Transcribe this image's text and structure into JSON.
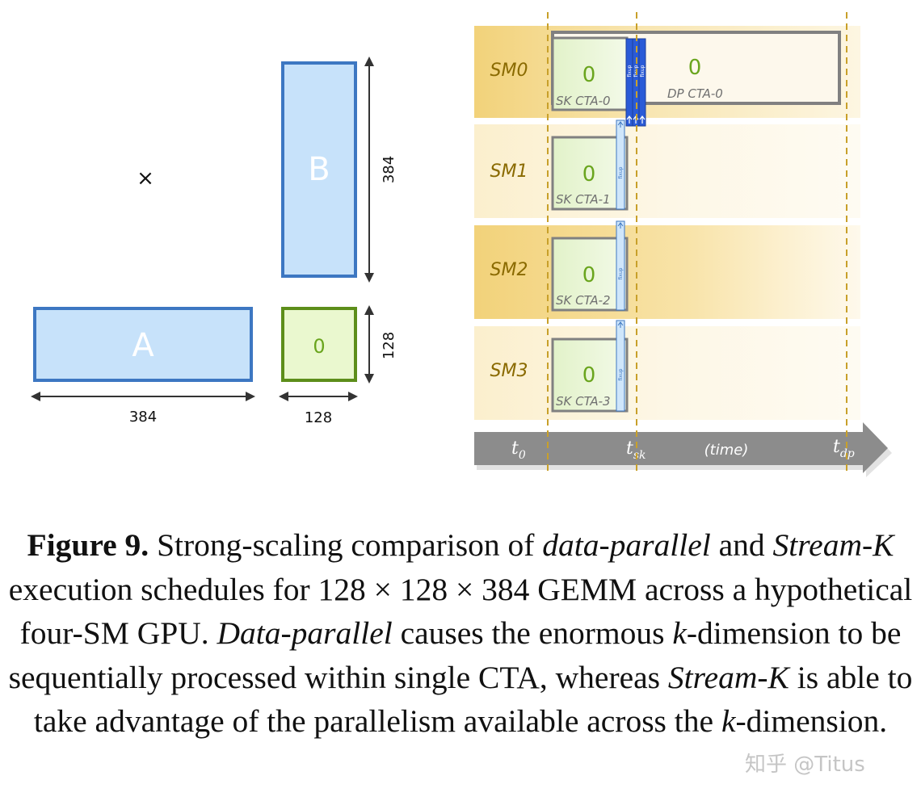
{
  "matrix": {
    "operator": "×",
    "a_label": "A",
    "b_label": "B",
    "c_label": "0",
    "a_width_dim": "384",
    "b_height_dim": "384",
    "c_height_dim": "128",
    "c_width_dim": "128"
  },
  "schedule": {
    "rows": [
      {
        "sm": "SM0",
        "sk_id": "0",
        "sk_label": "SK CTA-0"
      },
      {
        "sm": "SM1",
        "sk_id": "0",
        "sk_label": "SK CTA-1"
      },
      {
        "sm": "SM2",
        "sk_id": "0",
        "sk_label": "SK CTA-2"
      },
      {
        "sm": "SM3",
        "sk_id": "0",
        "sk_label": "SK CTA-3"
      }
    ],
    "dp_id": "0",
    "dp_label": "DP CTA-0",
    "fixup_label": "fixup",
    "time": {
      "t0": "t",
      "t0_sub": "0",
      "tsk": "t",
      "tsk_sub": "sk",
      "label": "(time)",
      "tdp": "t",
      "tdp_sub": "dp"
    }
  },
  "caption": {
    "figure_label": "Figure 9.",
    "t1": " Strong-scaling comparison of ",
    "i1": "data-parallel",
    "t2": " and ",
    "i2": "Stream-K",
    "t3": " execution schedules for 128 × 128 × 384 GEMM across a hypothetical four-SM GPU. ",
    "i3": "Data-parallel",
    "t4": " causes the enormous ",
    "i4": "k",
    "t5": "-dimension to be sequentially processed within single CTA, whereas ",
    "i5": "Stream-K",
    "t6": " is able to take advantage of the parallelism available across the ",
    "i6": "k",
    "t7": "-dimension."
  },
  "watermark": "知乎 @Titus",
  "colors": {
    "blue_fill": "#c7e2fa",
    "blue_stroke": "#3d77c2",
    "green_fill": "#eaf8cf",
    "green_stroke": "#5d8e1a",
    "green_text": "#6aa51e",
    "sm_text": "#8a6a00",
    "gold_row": "#f7e3a6",
    "pale_row": "#fdf8e6",
    "tile_border": "#808080",
    "fixup_blue": "#2a5bd7",
    "arrow_gray": "#8c8c8c",
    "dash_gold": "#c8a02a"
  }
}
